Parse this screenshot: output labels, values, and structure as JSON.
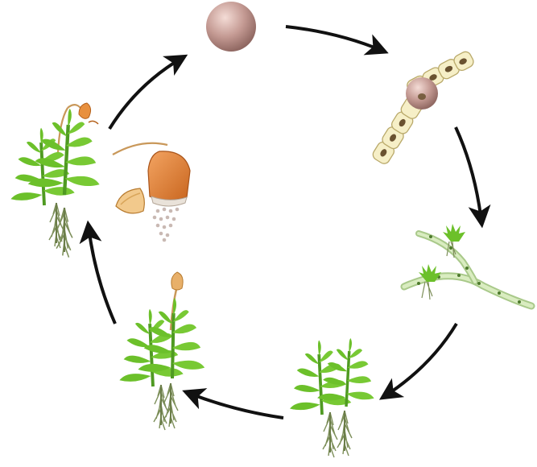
{
  "diagram": {
    "stages": [
      {
        "id": "spore",
        "icon": "spore-icon"
      },
      {
        "id": "germinating-spore",
        "icon": "germinating-spore-icon"
      },
      {
        "id": "protonema-with-buds",
        "icon": "protonema-icon"
      },
      {
        "id": "young-gametophyte",
        "icon": "young-moss-plant-icon"
      },
      {
        "id": "gametophyte-with-sporophyte",
        "icon": "moss-plant-with-capsule-icon"
      },
      {
        "id": "mature-moss-plant",
        "icon": "mature-moss-plant-icon"
      },
      {
        "id": "capsule-releasing-spores",
        "icon": "capsule-releasing-spores-icon"
      }
    ],
    "arrow_count": 6,
    "colors": {
      "leaf": "#6cc02a",
      "leaf_dark": "#3f8f1a",
      "rhizoid": "#7d8f5a",
      "spore": "#b58a84",
      "capsule": "#e0803a",
      "arrow": "#111111",
      "background": "#ffffff"
    }
  }
}
